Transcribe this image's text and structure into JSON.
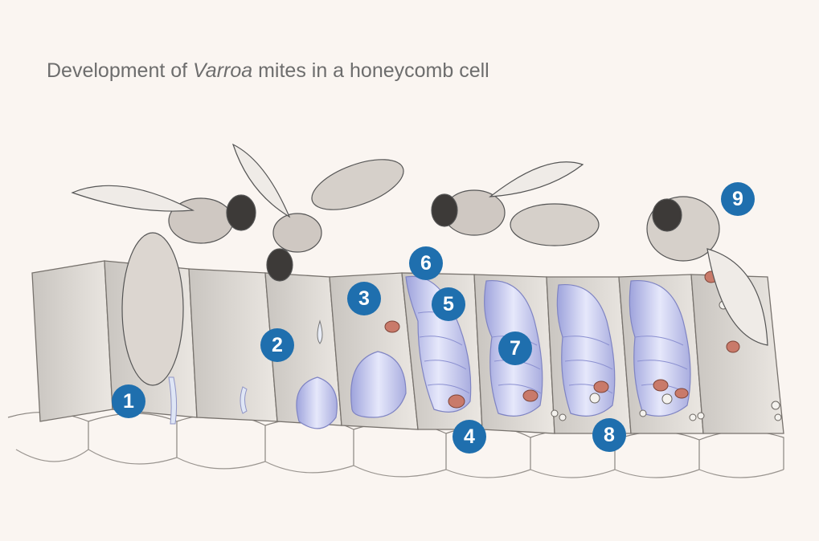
{
  "title": {
    "prefix": "Development of ",
    "italic": "Varroa",
    "suffix": " mites in a honeycomb cell"
  },
  "markers": [
    "1",
    "2",
    "3",
    "4",
    "5",
    "6",
    "7",
    "8",
    "9"
  ],
  "colors": {
    "marker_fill": "#1f6fae",
    "background": "#faf5f1",
    "pupa": "#b9bde8",
    "mite": "#c97a6a",
    "pencil": "#555555"
  }
}
